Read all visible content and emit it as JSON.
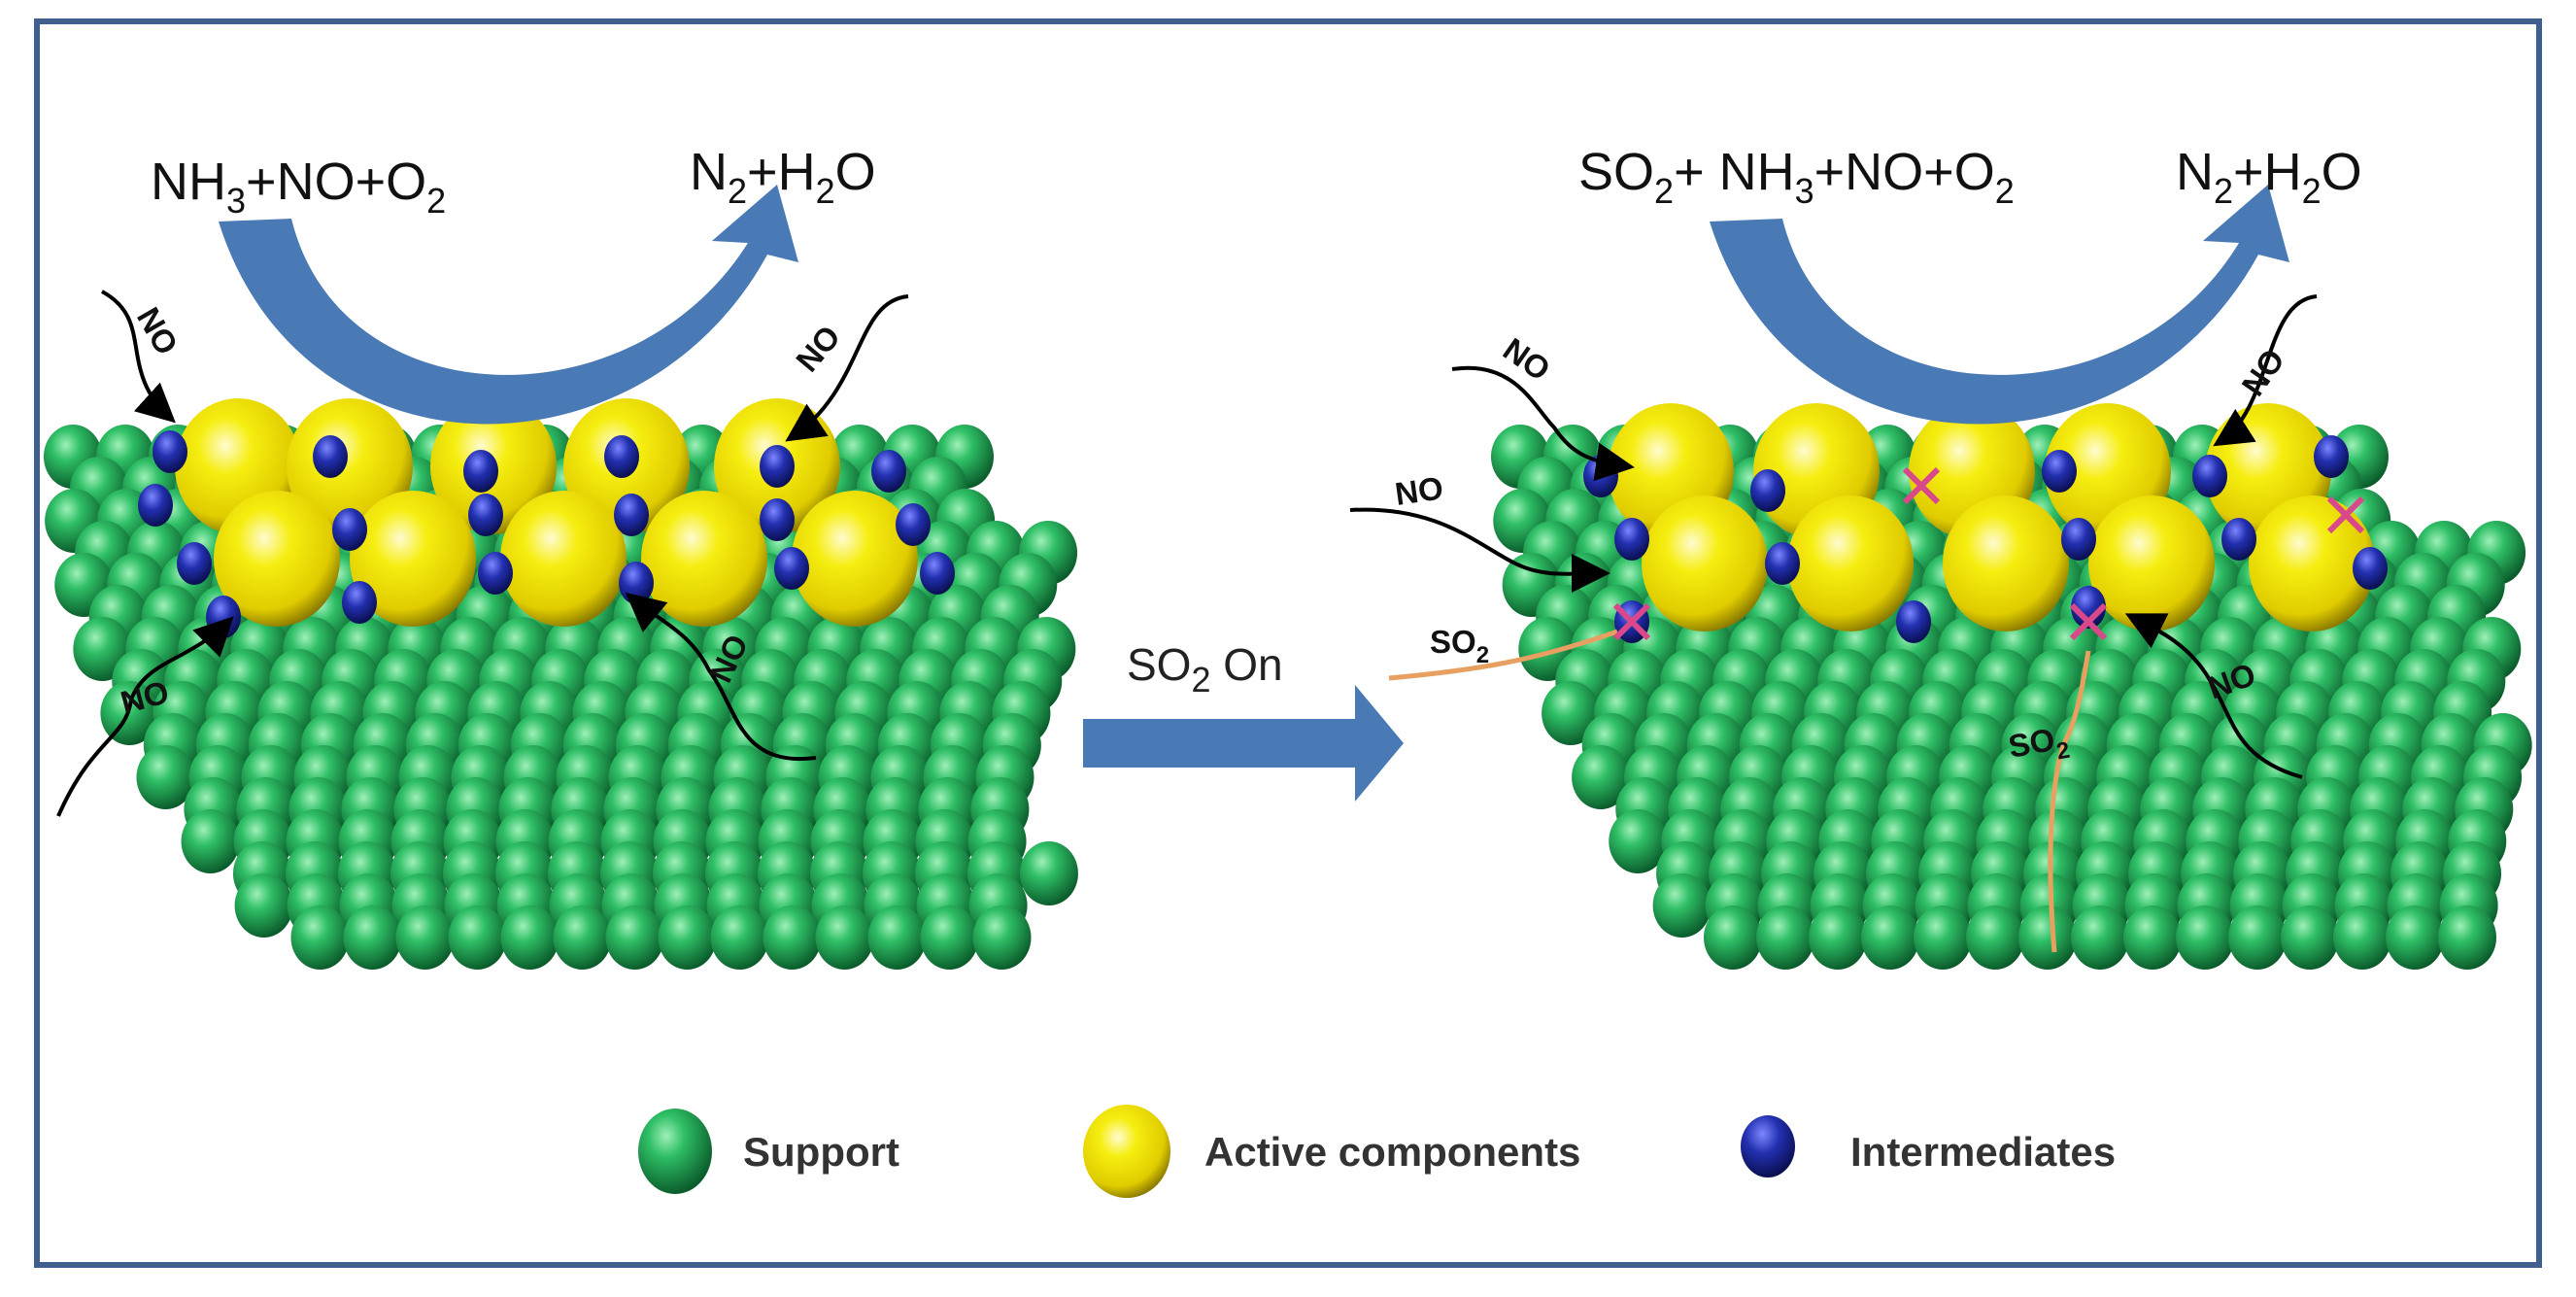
{
  "left": {
    "reactants": [
      {
        "main": "NH",
        "sub": "3"
      },
      {
        "main": "+NO+O",
        "sub": "2"
      }
    ],
    "products": [
      {
        "main": "N",
        "sub": "2"
      },
      {
        "main": "+H",
        "sub": "2"
      },
      {
        "main": "O",
        "sub": ""
      }
    ],
    "no_labels": [
      "NO",
      "NO",
      "NO",
      "NO"
    ]
  },
  "right": {
    "reactants": [
      {
        "main": "SO",
        "sub": "2"
      },
      {
        "main": "+ NH",
        "sub": "3"
      },
      {
        "main": "+NO+O",
        "sub": "2"
      }
    ],
    "products": [
      {
        "main": "N",
        "sub": "2"
      },
      {
        "main": "+H",
        "sub": "2"
      },
      {
        "main": "O",
        "sub": ""
      }
    ],
    "no_labels": [
      "NO",
      "NO",
      "NO",
      "NO"
    ],
    "so2_labels": [
      {
        "main": "SO",
        "sub": "2"
      },
      {
        "main": "SO",
        "sub": "2"
      }
    ]
  },
  "transition": {
    "main": "SO",
    "sub": "2",
    "rest": " On"
  },
  "legend": {
    "support": "Support",
    "active": "Active components",
    "intermediates": "Intermediates"
  },
  "colors": {
    "frame": "#3f5f8f",
    "arrow": "#4a7ab5",
    "support": "#1f9a4e",
    "active": "#f2e600",
    "intermediate": "#1e2a8c",
    "so2_path": "#e8a060",
    "block_mark": "#d9488a"
  }
}
